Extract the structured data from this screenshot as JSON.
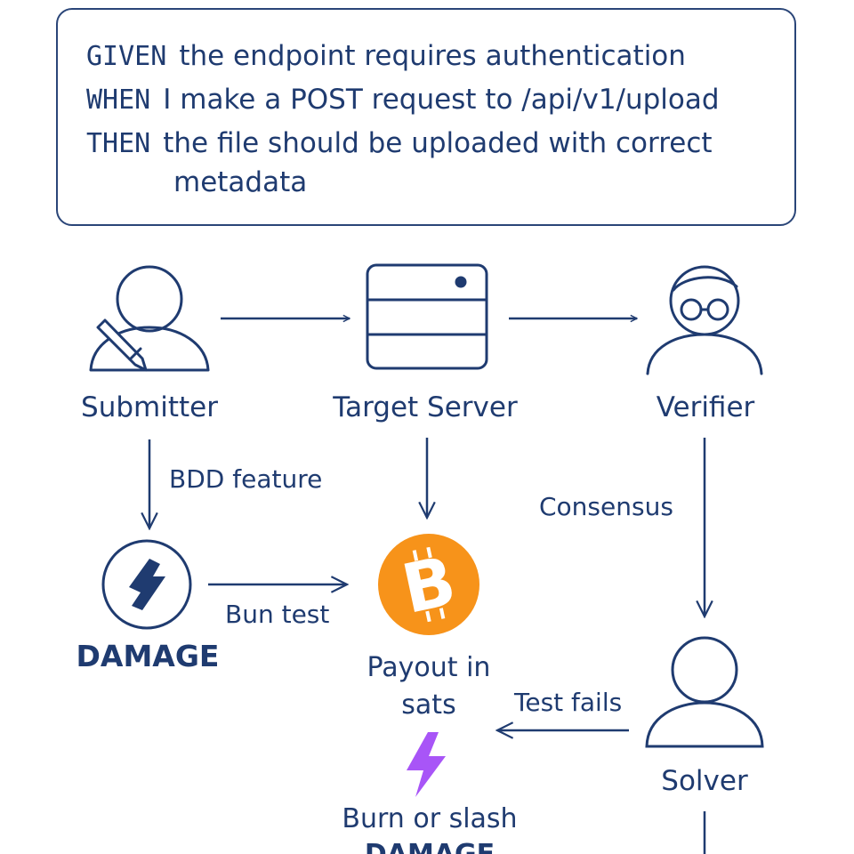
{
  "spec": {
    "given": {
      "keyword": "GIVEN",
      "text": "the endpoint requires authentication"
    },
    "when": {
      "keyword": "WHEN",
      "text": "I make a POST request to /api/v1/upload"
    },
    "then": {
      "keyword": "THEN",
      "text": "the file should be uploaded with correct"
    },
    "then_cont": "metadata"
  },
  "nodes": {
    "submitter": "Submitter",
    "target_server": "Target Server",
    "verifier": "Verifier",
    "damage": "DAMAGE",
    "payout_line1": "Payout in",
    "payout_line2": "sats",
    "solver": "Solver",
    "burn_line1": "Burn or slash",
    "burn_line2": "DAMAGE"
  },
  "edges": {
    "bdd_feature": "BDD feature",
    "consensus": "Consensus",
    "bun_test": "Bun test",
    "test_fails": "Test fails"
  },
  "icons": {
    "submitter": "person-with-pen-icon",
    "target_server": "server-icon",
    "verifier": "person-with-glasses-icon",
    "damage": "lightning-circle-icon",
    "payout": "bitcoin-icon",
    "solver": "person-icon",
    "burn": "lightning-icon"
  },
  "colors": {
    "navy": "#1f3b70",
    "bitcoin_orange": "#f7931a",
    "lightning_purple": "#a855f7"
  }
}
